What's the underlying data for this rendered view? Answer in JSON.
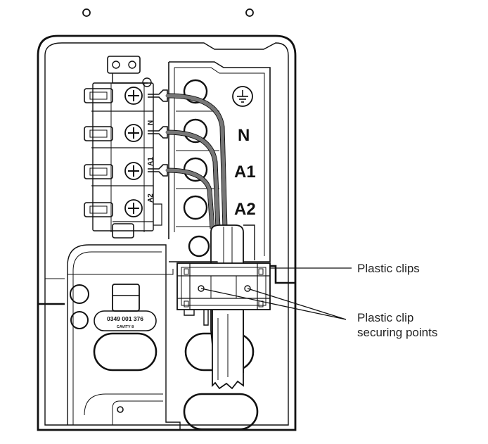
{
  "terminal_labels": {
    "neutral": "N",
    "a1": "A1",
    "a2": "A2",
    "block_n": "N",
    "block_a1": "A1",
    "block_a2": "A2"
  },
  "rating_label": {
    "code": "0349 001 376",
    "caption": "CAVITY 8"
  },
  "callouts": {
    "plastic_clips": "Plastic clips",
    "securing_points_line1": "Plastic clip",
    "securing_points_line2": "securing points"
  },
  "colors": {
    "line": "#111111",
    "wire": "#8a8a8a",
    "background": "#ffffff"
  }
}
